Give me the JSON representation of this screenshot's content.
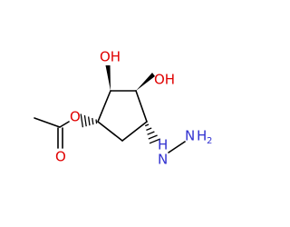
{
  "molecule": {
    "atoms": {
      "oh_upper_left": {
        "text": "OH",
        "color": "#e00000"
      },
      "oh_upper_right": {
        "text": "OH",
        "color": "#e00000"
      },
      "ester_o": {
        "text": "O",
        "color": "#e00000"
      },
      "carbonyl_o": {
        "text": "O",
        "color": "#e00000"
      },
      "nh": {
        "text": "H",
        "n": "N",
        "color": "#3030d0"
      },
      "nh2": {
        "n": "N",
        "h": "H",
        "sub": "2",
        "color": "#3030d0"
      }
    }
  }
}
